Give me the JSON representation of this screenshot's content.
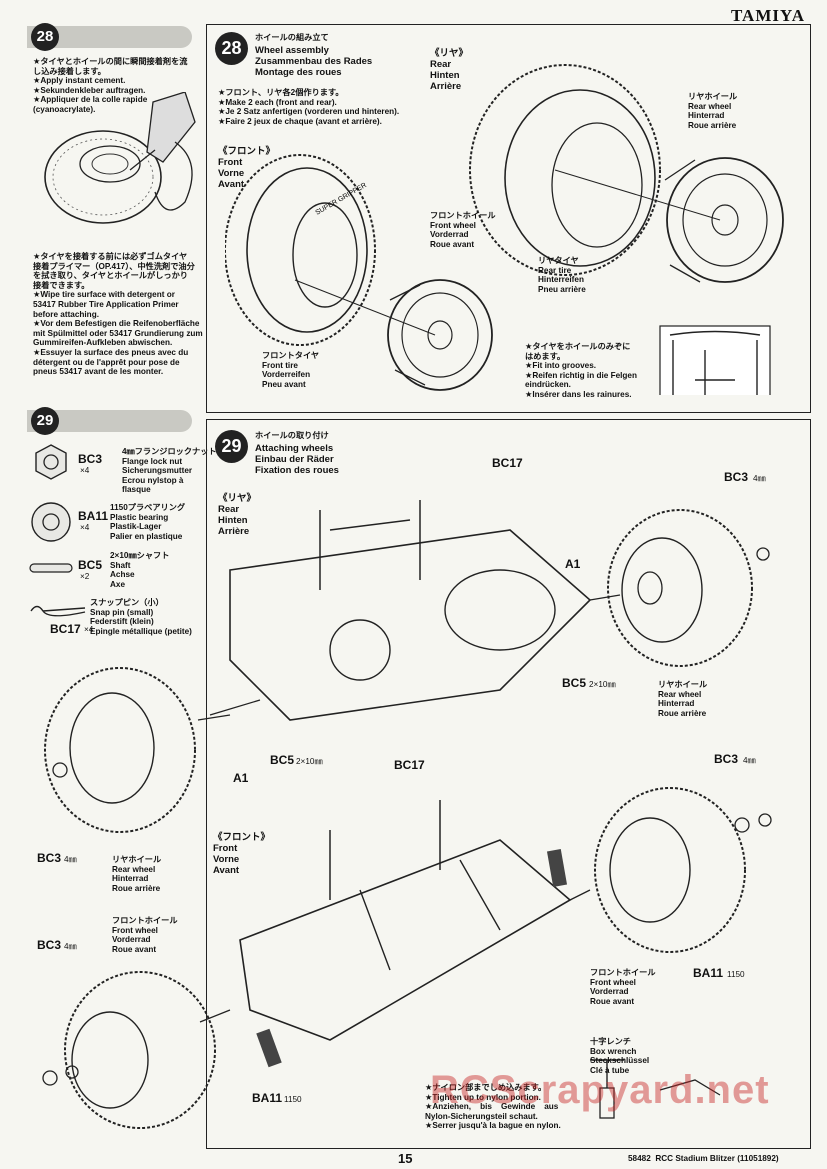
{
  "brand": "TAMIYA",
  "step28_left": {
    "number": "28",
    "text": "★タイヤとホイールの間に瞬間接着剤を流\nし込み接着します。\n★Apply instant cement.\n★Sekundenkleber auftragen.\n★Appliquer de la colle rapide\n(cyanoacrylate).",
    "primer_text": "★タイヤを接着する前には必ずゴムタイヤ\n接着プライマー（OP.417）、中性洗剤で油分\nを拭き取り、タイヤとホイールがしっかり\n接着できます。\n★Wipe tire surface with detergent or\n53417 Rubber Tire Application Primer\nbefore attaching.\n★Vor dem Befestigen die Reifenoberfläche\nmit Spülmittel oder 53417 Grundierung zum\nGummireifen-Aufkleben abwischen.\n★Essuyer la surface des pneus avec du\ndétergent ou de l'apprêt pour pose de\npneus 53417 avant de les monter."
  },
  "step28": {
    "number": "28",
    "title_jp": "ホイールの組み立て",
    "title_en": "Wheel assembly",
    "title_de": "Zusammenbau des Rades",
    "title_fr": "Montage des roues",
    "note": "★フロント、リヤ各2個作ります。\n★Make 2 each (front and rear).\n★Je 2 Satz anfertigen (vorderen und hinteren).\n★Faire 2 jeux de chaque (avant et arrière).",
    "rear_label": "《リヤ》\nRear\nHinten\nArrière",
    "front_label": "《フロント》\nFront\nVorne\nAvant",
    "front_wheel": "フロントホイール\nFront wheel\nVorderrad\nRoue avant",
    "front_tire": "フロントタイヤ\nFront tire\nVorderreifen\nPneu avant",
    "rear_wheel": "リヤホイール\nRear wheel\nHinterrad\nRoue arrière",
    "rear_tire": "リヤタイヤ\nRear tire\nHinterreifen\nPneu arrière",
    "groove_note": "★タイヤをホイールのみぞに\nはめます。\n★Fit into grooves.\n★Reifen richtig in die Felgen\neindrücken.\n★Insérer dans les rainures.",
    "tire_print": "SUPER GRIPPER"
  },
  "step29_parts": {
    "number": "29",
    "parts": [
      {
        "code": "BC3",
        "qty": "×4",
        "desc": "4㎜フランジロックナット\nFlange lock nut\nSicherungsmutter\nEcrou nylstop à\nflasque"
      },
      {
        "code": "BA11",
        "qty": "×4",
        "desc": "1150プラベアリング\nPlastic bearing\nPlastik-Lager\nPalier en plastique"
      },
      {
        "code": "BC5",
        "qty": "×2",
        "desc": "2×10㎜シャフト\nShaft\nAchse\nAxe"
      },
      {
        "code": "BC17",
        "qty": "×4",
        "desc": "スナップピン（小）\nSnap pin (small)\nFederstift (klein)\nEpingle métallique (petite)"
      }
    ]
  },
  "step29": {
    "number": "29",
    "title_jp": "ホイールの取り付け",
    "title_en": "Attaching wheels",
    "title_de": "Einbau der Räder",
    "title_fr": "Fixation des roues",
    "rear_label": "《リヤ》\nRear\nHinten\nArrière",
    "front_label": "《フロント》\nFront\nVorne\nAvant",
    "callouts": {
      "bc17_top": "BC17",
      "bc3_top": "BC3",
      "bc3_top_size": "4㎜",
      "a1_right": "A1",
      "bc5_right": "BC5",
      "bc5_right_size": "2×10㎜",
      "a1_left": "A1",
      "bc5_left": "BC5",
      "bc5_left_size": "2×10㎜",
      "bc3_left": "BC3",
      "bc3_left_size": "4㎜",
      "bc17_mid": "BC17",
      "bc3_mid": "BC3",
      "bc3_mid_size": "4㎜",
      "ba11_right": "BA11",
      "ba11_right_size": "1150",
      "bc3_front": "BC3",
      "bc3_front_size": "4㎜",
      "ba11_bottom": "BA11",
      "ba11_bottom_size": "1150"
    },
    "rear_wheel_r": "リヤホイール\nRear wheel\nHinterrad\nRoue arrière",
    "rear_wheel_l": "リヤホイール\nRear wheel\nHinterrad\nRoue arrière",
    "front_wheel_l": "フロントホイール\nFront wheel\nVorderrad\nRoue avant",
    "front_wheel_r": "フロントホイール\nFront wheel\nVorderrad\nRoue avant",
    "box_wrench": "十字レンチ\nBox wrench\nSteckschlüssel\nClé à tube",
    "tighten_note": "★ナイロン部までしめ込みます。\n★Tighten up to nylon portion.\n★Anziehen,    bis    Gewinde    aus\nNylon-Sicherungsteil schaut.\n★Serrer jusqu'à la bague en nylon."
  },
  "footer": {
    "page": "15",
    "code": "58482  RCC Stadium Blitzer (11051892)"
  },
  "watermark": "RCScrapyard.net"
}
